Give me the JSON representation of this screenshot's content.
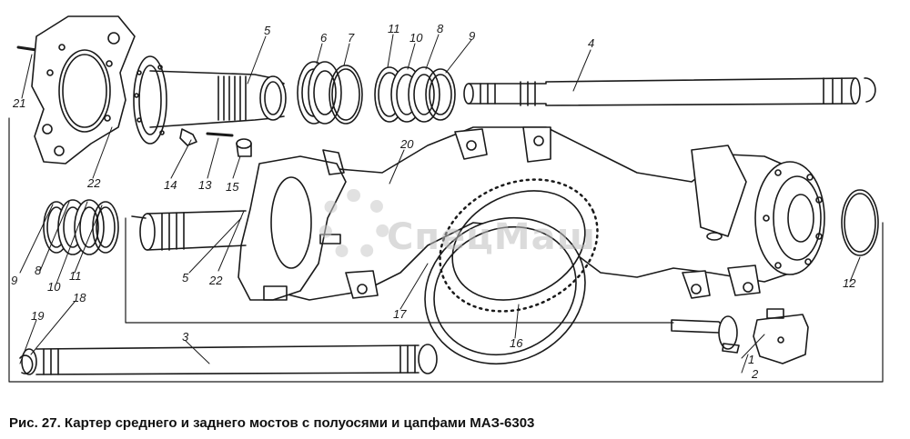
{
  "figure": {
    "caption": "Рис. 27. Картер среднего и заднего мостов с полуосями и цапфами МАЗ-6303",
    "watermark": "СпецМаш"
  },
  "callouts": {
    "c21": "21",
    "c22a": "22",
    "c5a": "5",
    "c14": "14",
    "c13": "13",
    "c15": "15",
    "c6": "6",
    "c7": "7",
    "c11a": "11",
    "c10a": "10",
    "c8a": "8",
    "c9a": "9",
    "c4": "4",
    "c20": "20",
    "c9b": "9",
    "c8b": "8",
    "c10b": "10",
    "c11b": "11",
    "c5b": "5",
    "c22b": "22",
    "c18": "18",
    "c19": "19",
    "c3": "3",
    "c17": "17",
    "c16": "16",
    "c12": "12",
    "c1": "1",
    "c2": "2"
  },
  "colors": {
    "ink": "#1a1a1a",
    "paper": "#ffffff",
    "watermark": "#c8c8c8"
  }
}
